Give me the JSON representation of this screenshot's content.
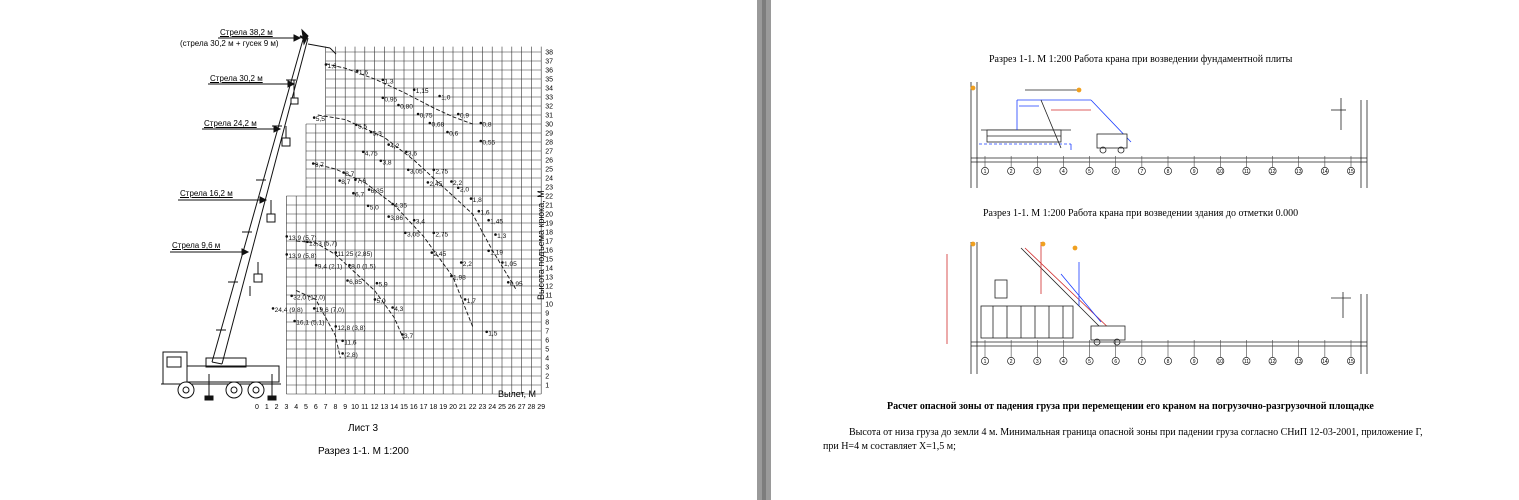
{
  "left_page": {
    "boom_labels": [
      "Стрела 38,2 м",
      "(стрела 30,2 м + гусек 9 м)",
      "Стрела 30,2 м",
      "Стрела 24,2 м",
      "Стрела 16,2 м",
      "Стрела 9,6 м"
    ],
    "y_axis_label": "Высота подъема крюка, М",
    "x_axis_label": "Вылет, М",
    "x_ticks": [
      "0",
      "1",
      "2",
      "3",
      "4",
      "5",
      "6",
      "7",
      "8",
      "9",
      "10",
      "11",
      "12",
      "13",
      "14",
      "15",
      "16",
      "17",
      "18",
      "19",
      "20",
      "21",
      "22",
      "23",
      "24",
      "25",
      "26",
      "27",
      "28",
      "29"
    ],
    "y_ticks": [
      "1",
      "2",
      "3",
      "4",
      "5",
      "6",
      "7",
      "8",
      "9",
      "10",
      "11",
      "12",
      "13",
      "14",
      "15",
      "16",
      "17",
      "18",
      "19",
      "20",
      "21",
      "22",
      "23",
      "24",
      "25",
      "26",
      "27",
      "28",
      "29",
      "30",
      "31",
      "32",
      "33",
      "34",
      "35",
      "36",
      "37",
      "38"
    ],
    "capacity_labels": [
      "1,6",
      "1,6",
      "1,3",
      "1,15",
      "1,0",
      "0,95",
      "0,80",
      "0,75",
      "0,9",
      "0,68",
      "0,6",
      "0,8",
      "0,55",
      "5,5",
      "5,5",
      "5,3",
      "4,75",
      "4,2",
      "3,8",
      "3,6",
      "3,05",
      "2,75",
      "2,45",
      "2,2",
      "2,0",
      "1,8",
      "1,6",
      "1,45",
      "1,3",
      "1,19",
      "1,05",
      "0,95",
      "8,7",
      "8,7",
      "8,7",
      "7,6",
      "6,7",
      "6,35",
      "5,0",
      "4,35",
      "3,86",
      "3,4",
      "3,05",
      "2,75",
      "2,45",
      "2,2",
      "1,98",
      "1,7",
      "1,5",
      "13,9 (5,7)",
      "13,3 (5,7)",
      "13,9 (5,8)",
      "11,25 (2,85)",
      "9,4 (2,1)",
      "8,0 (1,5)",
      "6,85",
      "5,9",
      "5,0",
      "4,3",
      "3,7",
      "32,0 (12,0)",
      "24,4 (9,8)",
      "19,6 (7,0)",
      "16,1 (5,1)",
      "12,8 (3,8)",
      "11,6",
      "(2,8)"
    ],
    "sheet_label": "Лист 3",
    "section_caption": "Разрез 1-1. М 1:200"
  },
  "right_page": {
    "caption_1": "Разрез 1-1. М 1:200 Работа крана при возведении фундаментной плиты",
    "caption_2": "Разрез 1-1. М 1:200 Работа крана при возведении здания до отметки 0.000",
    "heading": "Расчет опасной зоны от падения груза при перемещении его краном на погрузочно-разгрузочной площадке",
    "paragraph_line_1": "Высота от низа груза до земли 4 м. Минимальная граница опасной зоны при падении груза согласно СНиП 12-03-2001, приложение Г,",
    "paragraph_line_2": "при Н=4 м составляет Х=1,5 м;",
    "axis_marks": [
      "1",
      "2",
      "3",
      "4",
      "5",
      "6",
      "7",
      "8",
      "9",
      "10",
      "11",
      "12",
      "13",
      "14",
      "15"
    ]
  }
}
